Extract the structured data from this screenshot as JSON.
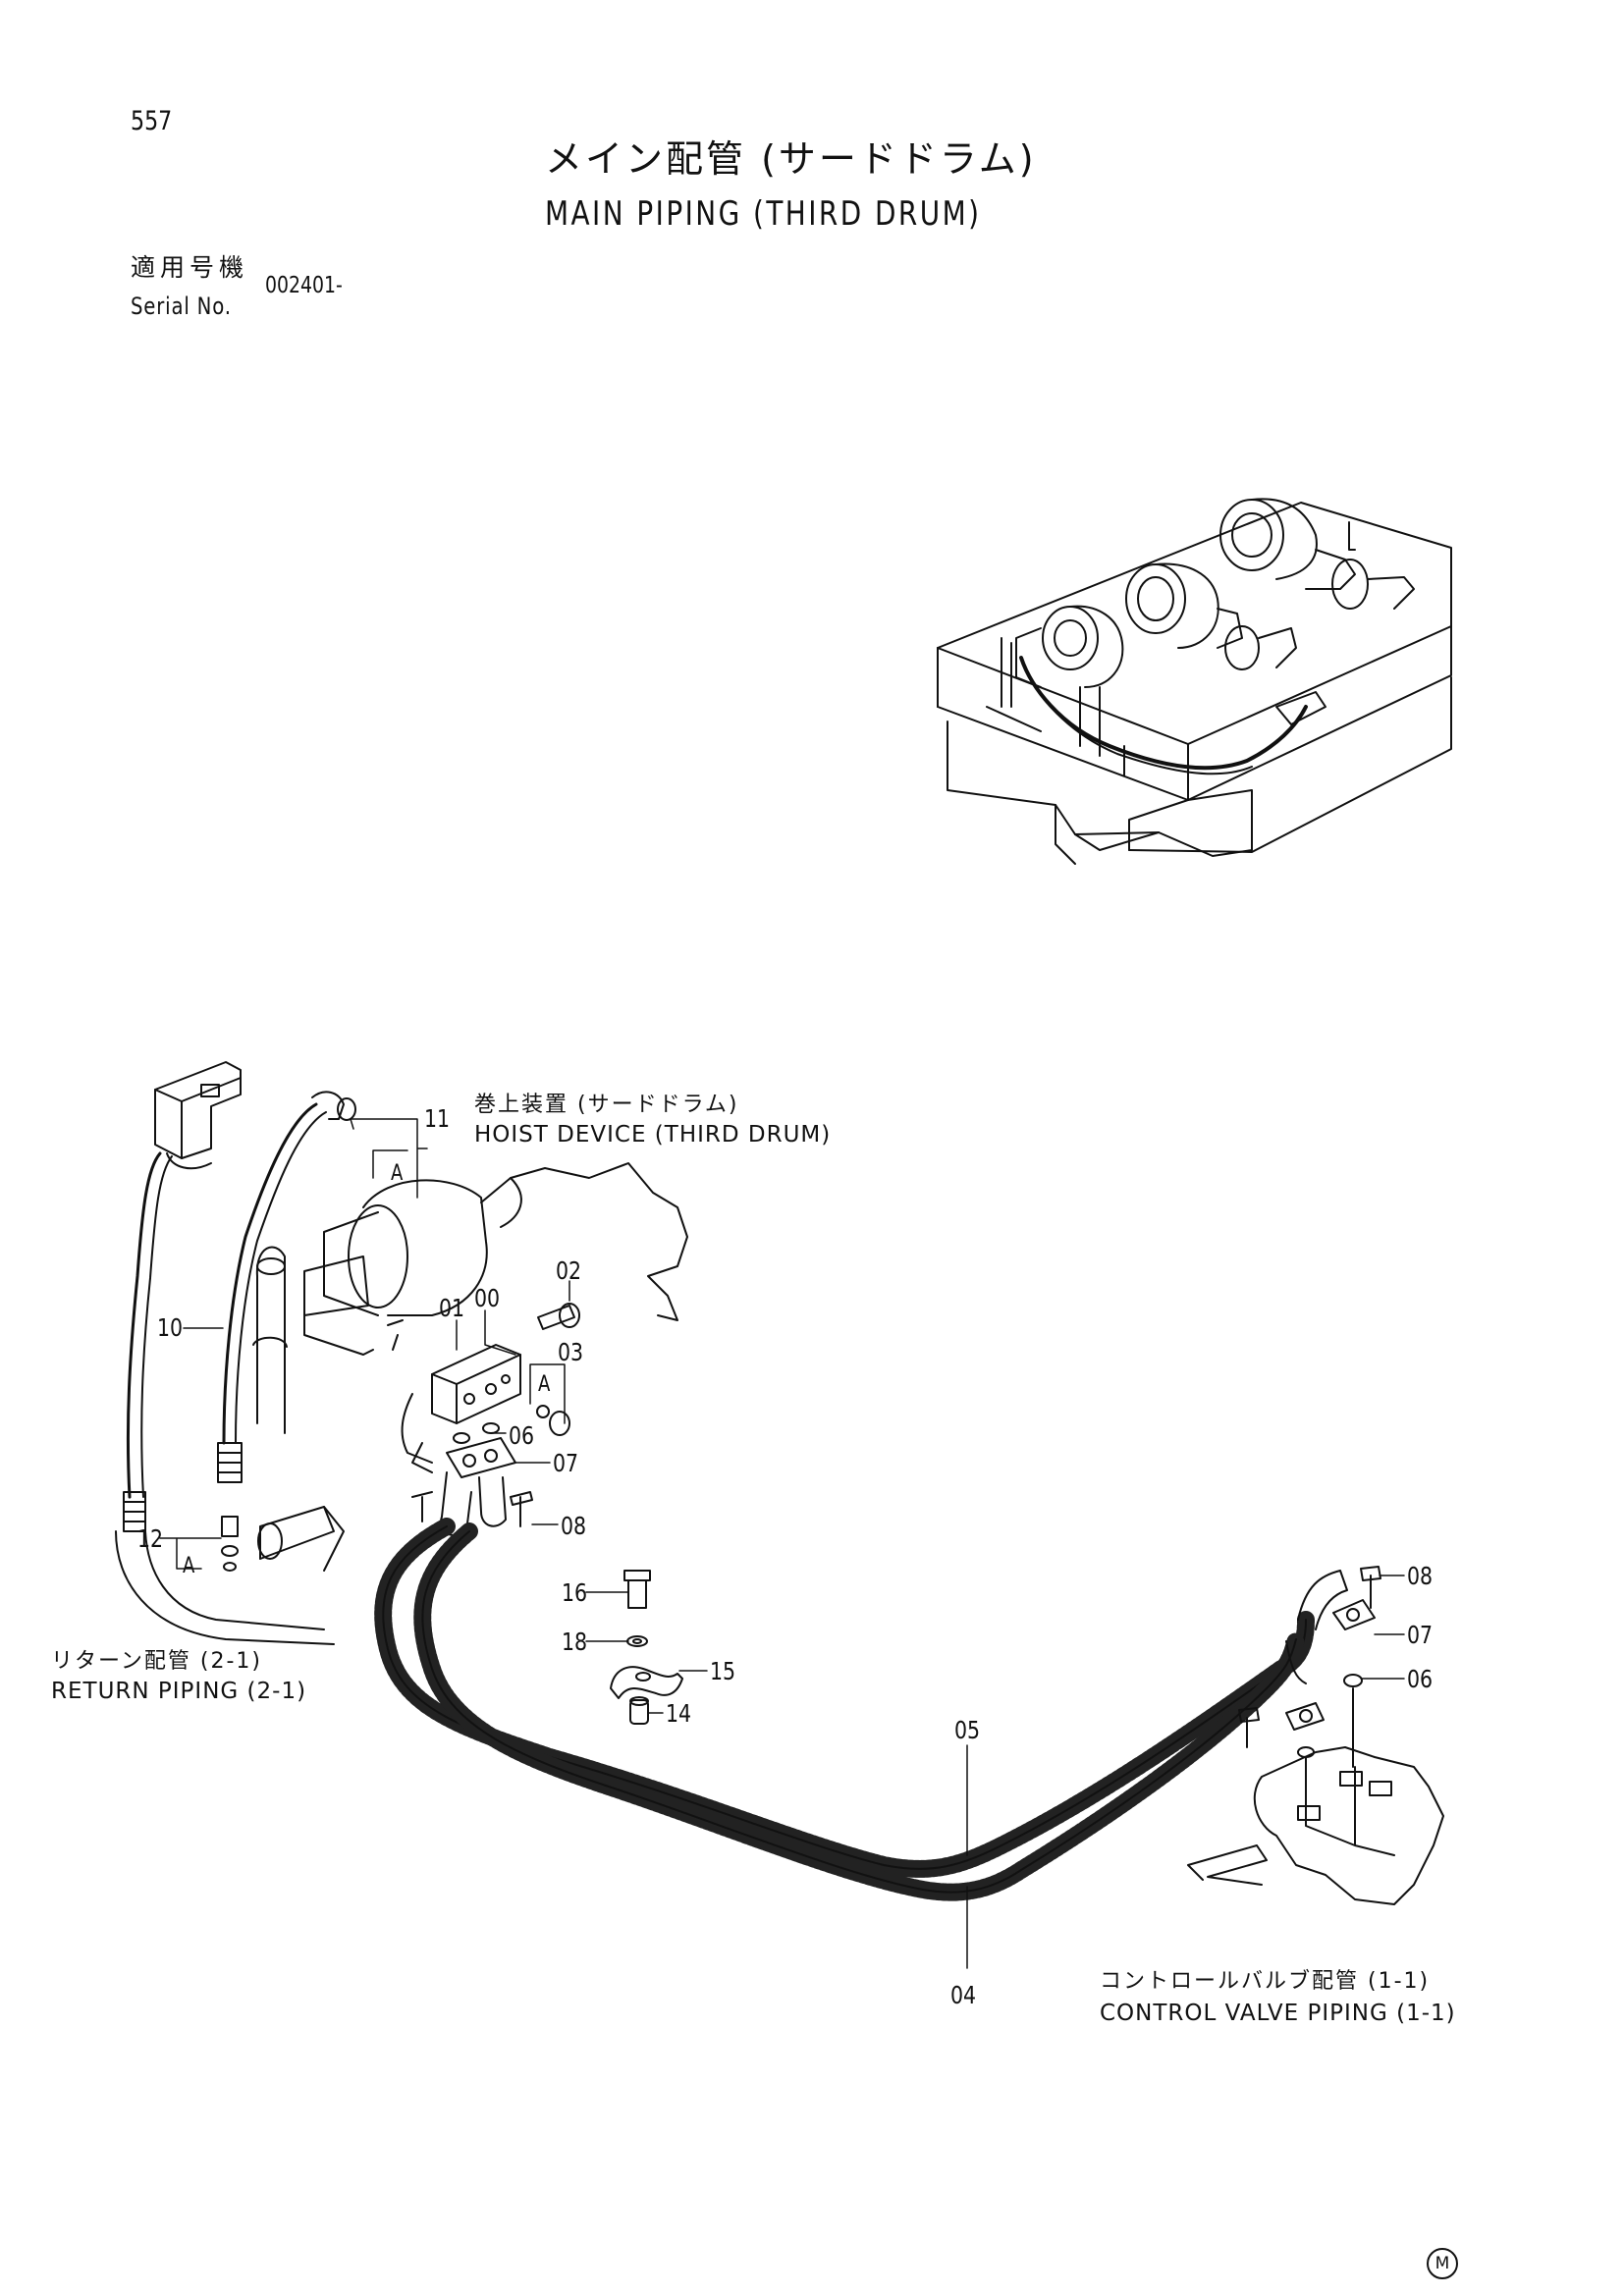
{
  "page": {
    "number": "557",
    "title_ja": "メイン配管 (サードドラム)",
    "title_en": "MAIN PIPING (THIRD DRUM)",
    "serial_label_ja": "適用号機",
    "serial_label_en": "Serial No.",
    "serial_value": "002401-",
    "corner_mark": "M"
  },
  "callouts": {
    "hoist_ja": "巻上装置 (サードドラム)",
    "hoist_en": "HOIST DEVICE (THIRD DRUM)",
    "return_ja": "リターン配管 (2-1)",
    "return_en": "RETURN PIPING (2-1)",
    "control_ja": "コントロールバルブ配管 (1-1)",
    "control_en": "CONTROL VALVE PIPING (1-1)"
  },
  "parts": {
    "p00": "00",
    "p01": "01",
    "p02": "02",
    "p03": "03",
    "p04": "04",
    "p05": "05",
    "p06a": "06",
    "p06b": "06",
    "p07a": "07",
    "p07b": "07",
    "p08a": "08",
    "p08b": "08",
    "p10": "10",
    "p11": "11",
    "p12": "12",
    "p14": "14",
    "p15": "15",
    "p16": "16",
    "p18": "18",
    "view_a1": "A",
    "view_a2": "A",
    "view_a3": "A"
  }
}
